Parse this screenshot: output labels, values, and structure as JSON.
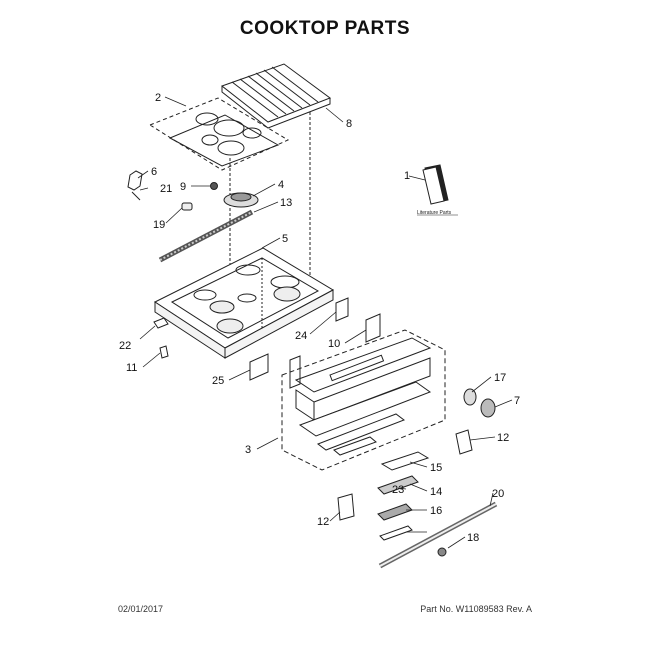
{
  "title": "COOKTOP PARTS",
  "footer": {
    "date": "02/01/2017",
    "part_info": "Part No. W11089583  Rev. A"
  },
  "literature_caption": "Literature Parts",
  "callouts": [
    "1",
    "2",
    "3",
    "4",
    "5",
    "6",
    "7",
    "8",
    "9",
    "10",
    "11",
    "12",
    "12",
    "13",
    "14",
    "15",
    "16",
    "17",
    "18",
    "19",
    "20",
    "21",
    "22",
    "23",
    "24",
    "25"
  ]
}
